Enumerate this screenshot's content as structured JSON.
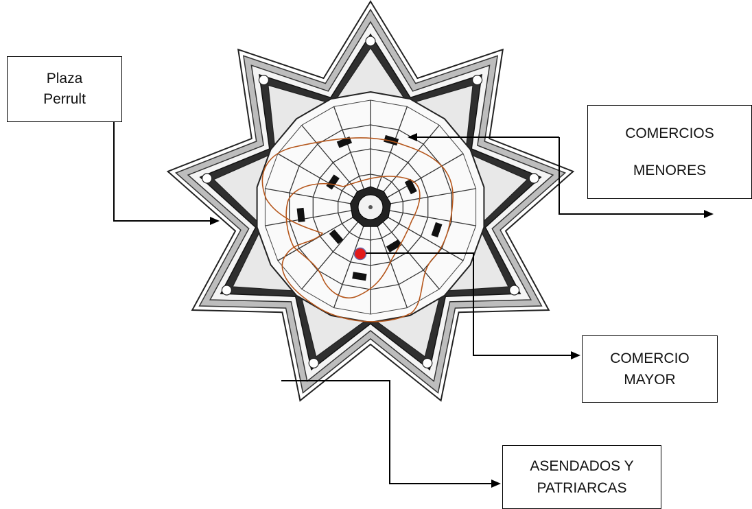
{
  "diagram": {
    "labels": {
      "plaza": {
        "line1": "Plaza",
        "line2": "Perrult"
      },
      "comercios_menores": {
        "line1": "COMERCIOS",
        "line2": "MENORES"
      },
      "comercio_mayor": {
        "line1": "COMERCIO",
        "line2": "MAYOR"
      },
      "asendados": {
        "line1": "ASENDADOS Y",
        "line2": "PATRIARCAS"
      }
    },
    "colors": {
      "line": "#000000",
      "zone_outline": "#b5561b",
      "center_marker": "#e21a1a",
      "fortification_dark": "#2f2f2f",
      "fortification_light": "#f4f4f4"
    },
    "icons": {
      "fortress_plan": "star-fortress-city-plan",
      "center_marker": "red-dot-marker"
    }
  }
}
